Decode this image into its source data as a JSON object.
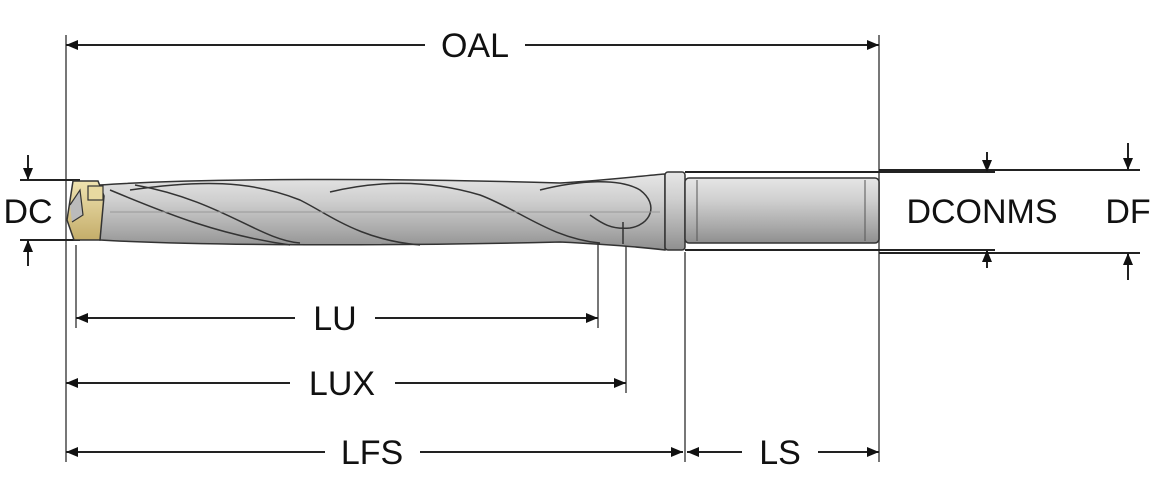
{
  "labels": {
    "oal": "OAL",
    "dc": "DC",
    "dconms": "DCONMS",
    "df": "DF",
    "lu": "LU",
    "lux": "LUX",
    "lfs": "LFS",
    "ls": "LS"
  },
  "colors": {
    "insert": "#d8c48a",
    "body": "#c8c8c8",
    "outline": "#222222"
  }
}
